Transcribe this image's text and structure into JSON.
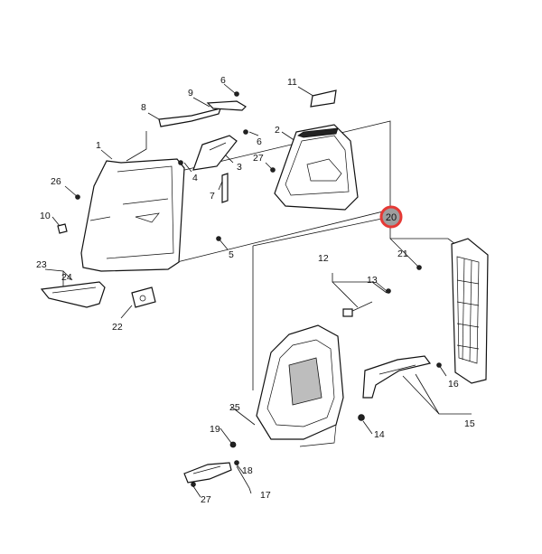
{
  "diagram": {
    "highlight": {
      "label": "20",
      "ring_color": "#e53935",
      "fill_color": "#9e9e9e"
    },
    "callouts": [
      {
        "id": "c1",
        "text": "1"
      },
      {
        "id": "c2",
        "text": "2"
      },
      {
        "id": "c3",
        "text": "3"
      },
      {
        "id": "c4",
        "text": "4"
      },
      {
        "id": "c5",
        "text": "5"
      },
      {
        "id": "c6a",
        "text": "6"
      },
      {
        "id": "c6b",
        "text": "6"
      },
      {
        "id": "c7",
        "text": "7"
      },
      {
        "id": "c8",
        "text": "8"
      },
      {
        "id": "c9",
        "text": "9"
      },
      {
        "id": "c10",
        "text": "10"
      },
      {
        "id": "c11",
        "text": "11"
      },
      {
        "id": "c12",
        "text": "12"
      },
      {
        "id": "c13",
        "text": "13"
      },
      {
        "id": "c14",
        "text": "14"
      },
      {
        "id": "c15",
        "text": "15"
      },
      {
        "id": "c16",
        "text": "16"
      },
      {
        "id": "c17",
        "text": "17"
      },
      {
        "id": "c18",
        "text": "18"
      },
      {
        "id": "c19",
        "text": "19"
      },
      {
        "id": "c21",
        "text": "21"
      },
      {
        "id": "c22",
        "text": "22"
      },
      {
        "id": "c23",
        "text": "23"
      },
      {
        "id": "c24",
        "text": "24"
      },
      {
        "id": "c25",
        "text": "25"
      },
      {
        "id": "c26",
        "text": "26"
      },
      {
        "id": "c27a",
        "text": "27"
      },
      {
        "id": "c27b",
        "text": "27"
      }
    ]
  }
}
